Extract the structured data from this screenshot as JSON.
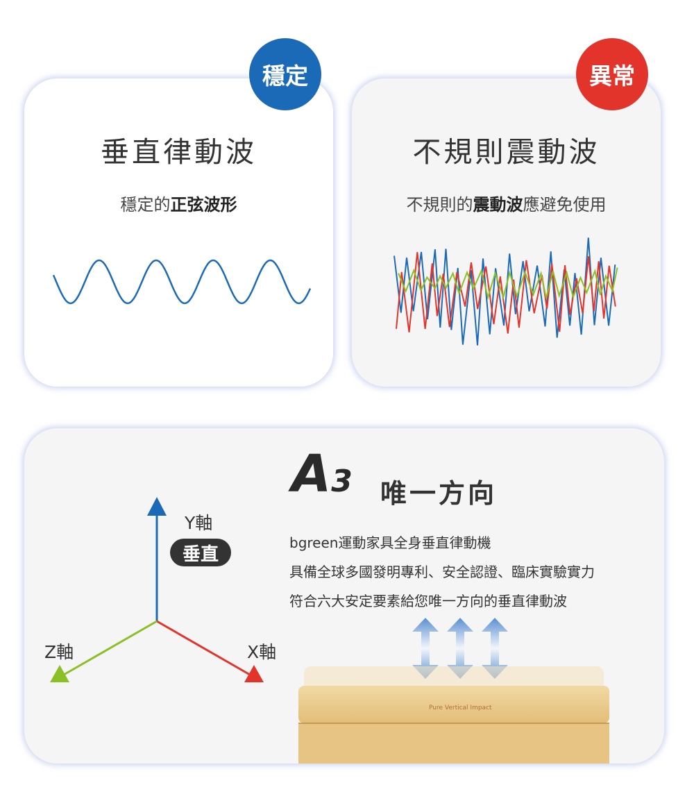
{
  "cards": [
    {
      "badge": "穩定",
      "badge_color": "#1b6ab8",
      "title": "垂直律動波",
      "sub_plain": "穩定的",
      "sub_bold": "正弦波形",
      "sub_rest": "",
      "wave": "sine",
      "wave_color": "#1b6ab8"
    },
    {
      "badge": "異常",
      "badge_color": "#e3342c",
      "title": "不規則震動波",
      "sub_plain": "不規則的",
      "sub_bold": "震動波",
      "sub_rest": "應避免使用",
      "wave": "irregular",
      "wave_colors": [
        "#1b6ab8",
        "#e3342c",
        "#8cbf26"
      ]
    }
  ],
  "axes": {
    "y_label": "Y軸",
    "y_tag": "垂直",
    "x_label": "X軸",
    "z_label": "Z軸",
    "colors": {
      "y": "#1b6ab8",
      "x": "#e3342c",
      "z": "#8cbf26"
    }
  },
  "feature": {
    "model_letter": "A",
    "model_number": "3",
    "heading": "唯一方向",
    "lines": [
      "bgreen運動家具全身垂直律動機",
      "具備全球多國發明專利、安全認證、臨床實驗實力",
      "符合六大安定要素給您唯一方向的垂直律動波"
    ],
    "product_engraving": "Pure Vertical Impact",
    "arrows_icon": "vertical-double-arrow-icon"
  }
}
